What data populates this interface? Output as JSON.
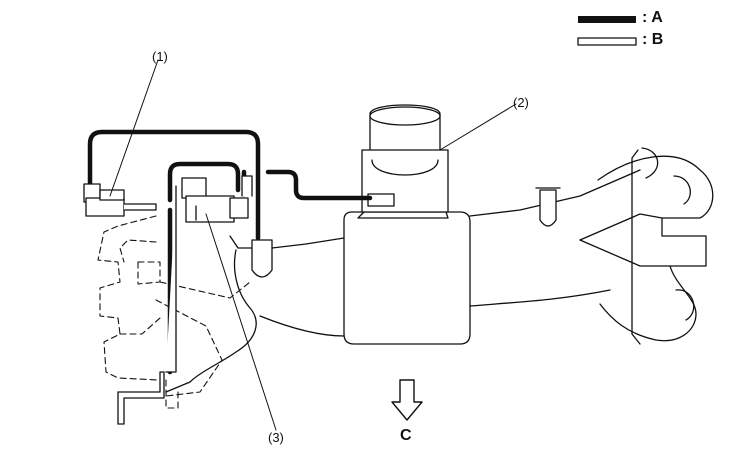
{
  "legend": {
    "items": [
      {
        "sep": ":",
        "label": "A",
        "line_style": "solid-thick"
      },
      {
        "sep": ":",
        "label": "B",
        "line_style": "hollow"
      }
    ]
  },
  "callouts": {
    "c1": "(1)",
    "c2": "(2)",
    "c3": "(3)"
  },
  "direction": {
    "label": "C"
  },
  "colors": {
    "line": "#111111",
    "background": "#ffffff"
  }
}
